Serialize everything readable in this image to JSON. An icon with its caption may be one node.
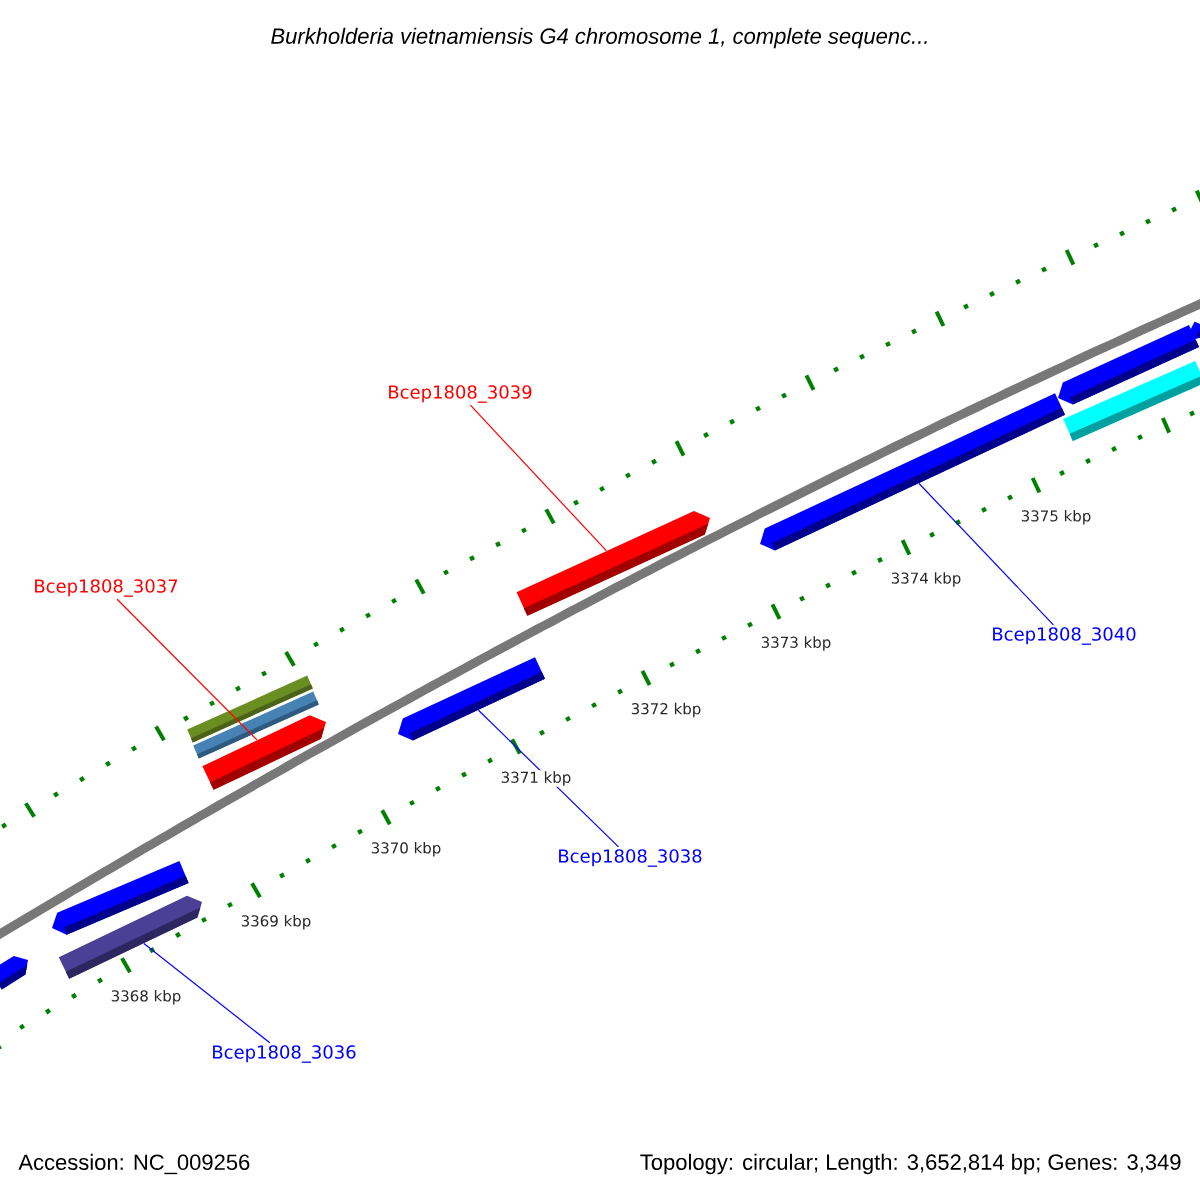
{
  "diagram": {
    "title": "Burkholderia vietnamiensis G4 chromosome 1, complete sequenc...",
    "nodes": [
      {
        "text": [],
        "shape": "bar"
      },
      {
        "text": [],
        "shape": "bar"
      },
      {
        "text": [],
        "shape": "bar"
      },
      {
        "text": [],
        "shape": "bar"
      },
      {
        "text": [],
        "shape": "bar"
      },
      {
        "text": [],
        "shape": "bar"
      },
      {
        "text": [],
        "shape": "bar"
      },
      {
        "text": [],
        "shape": "bar"
      },
      {
        "text": [],
        "shape": "bar"
      },
      {
        "text": [],
        "shape": "bar"
      },
      {
        "text": [],
        "shape": "bar"
      },
      {
        "text": [],
        "shape": "bar"
      },
      {
        "text": [
          "Bcep1808_3039"
        ]
      },
      {
        "text": [
          "Bcep1808_3037"
        ]
      },
      {
        "text": [
          "Bcep1808_3040"
        ]
      },
      {
        "text": [
          "Bcep1808_3038"
        ]
      },
      {
        "text": [
          "Bcep1808_3036"
        ]
      }
    ],
    "edges": [
      {
        "from": 12,
        "to": 7,
        "arrow": "none",
        "color": "#ff0000"
      },
      {
        "from": 13,
        "to": 5,
        "arrow": "none",
        "color": "#ff0000"
      },
      {
        "from": 14,
        "to": 8,
        "arrow": "none"
      },
      {
        "from": 15,
        "to": 6,
        "arrow": "none"
      },
      {
        "from": 16,
        "to": 2,
        "arrow": "none"
      }
    ],
    "labels": [
      "3368 kbp",
      "3369 kbp",
      "3370 kbp",
      "3371 kbp",
      "3372 kbp",
      "3373 kbp",
      "3374 kbp",
      "3375 kbp",
      "Accession: NC_009256",
      "Topology: circular; Length: 3,652,814 bp; Genes: 3,349"
    ]
  }
}
